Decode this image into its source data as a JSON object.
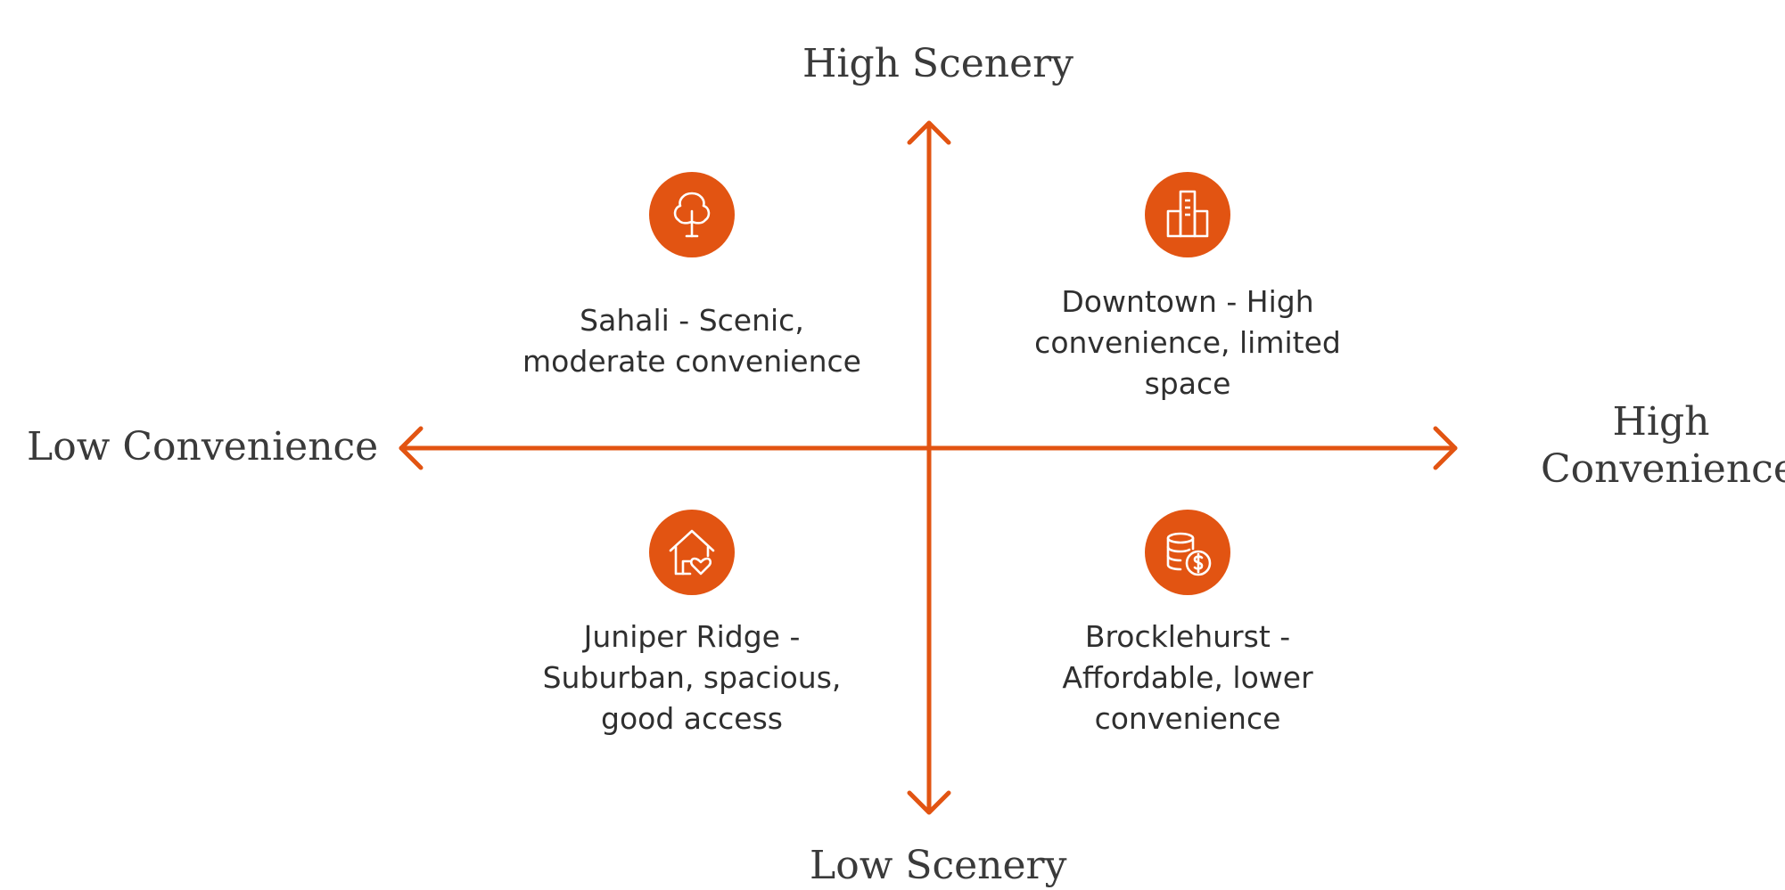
{
  "axes": {
    "top_label": "High Scenery",
    "bottom_label": "Low Scenery",
    "left_label": "Low Convenience",
    "right_label": "High Convenience",
    "color": "#E25412"
  },
  "quadrants": [
    {
      "position": "top-left",
      "icon": "tree-icon",
      "text": "Sahali - Scenic, moderate convenience"
    },
    {
      "position": "top-right",
      "icon": "buildings-icon",
      "text": "Downtown - High convenience, limited space"
    },
    {
      "position": "bottom-left",
      "icon": "home-heart-icon",
      "text": "Juniper Ridge - Suburban, spacious, good access"
    },
    {
      "position": "bottom-right",
      "icon": "coins-dollar-icon",
      "text": "Brocklehurst - Affordable, lower convenience"
    }
  ]
}
